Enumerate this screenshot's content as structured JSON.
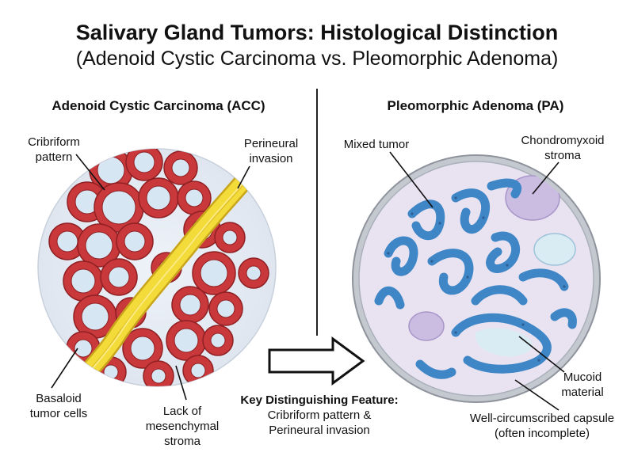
{
  "title": "Salivary Gland Tumors: Histological Distinction",
  "subtitle": "(Adenoid Cystic Carcinoma vs. Pleomorphic Adenoma)",
  "left": {
    "heading": "Adenoid Cystic Carcinoma (ACC)",
    "labels": {
      "cribriform": "Cribriform\npattern",
      "perineural": "Perineural\ninvasion",
      "basaloid": "Basaloid\ntumor cells",
      "stroma": "Lack of\nmesenchymal\nstroma"
    }
  },
  "right": {
    "heading": "Pleomorphic Adenoma (PA)",
    "labels": {
      "mixed": "Mixed tumor",
      "chondromyxoid": "Chondromyxoid\nstroma",
      "mucoid": "Mucoid\nmaterial",
      "capsule": "Well-circumscribed capsule\n(often incomplete)"
    }
  },
  "key_feature": {
    "title": "Key Distinguishing Feature:",
    "text": "Cribriform pattern &\nPerineural invasion"
  },
  "colors": {
    "acc_cells": "#c9383a",
    "acc_lumen": "#d6e6f2",
    "nerve": "#f3dc3a",
    "pa_epithelium": "#3f86c6",
    "pa_stroma": "#e6e0f0",
    "capsule": "#b8bcc4"
  }
}
